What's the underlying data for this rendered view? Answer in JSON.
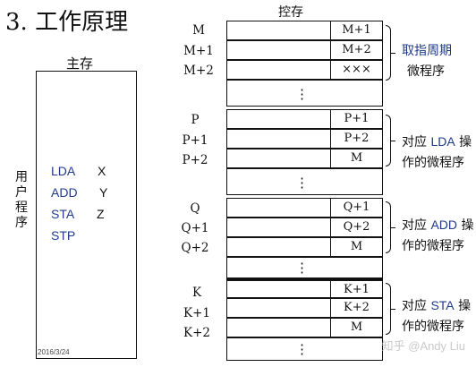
{
  "title": "3. 工作原理",
  "main_memory": {
    "label": "主存",
    "user_program_label": "用户程序",
    "instructions": [
      {
        "op": "LDA",
        "operand": "X"
      },
      {
        "op": "ADD",
        "operand": "Y"
      },
      {
        "op": "STA",
        "operand": "Z"
      },
      {
        "op": "STP",
        "operand": ""
      }
    ],
    "date": "2016/3/24"
  },
  "control_memory": {
    "label": "控存",
    "groups": [
      {
        "rows": [
          {
            "addr": "M",
            "next": "M+1"
          },
          {
            "addr": "M+1",
            "next": "M+2"
          },
          {
            "addr": "M+2",
            "next": "×××"
          }
        ],
        "note_parts": [
          "取指周期",
          "",
          ""
        ],
        "note_line2": "微程序",
        "note_line2_blue": false
      },
      {
        "rows": [
          {
            "addr": "P",
            "next": "P+1"
          },
          {
            "addr": "P+1",
            "next": "P+2"
          },
          {
            "addr": "P+2",
            "next": "M"
          }
        ],
        "note_parts": [
          "对应 ",
          "LDA",
          " 操"
        ],
        "note_line2": "作的微程序",
        "note_line2_blue": false
      },
      {
        "rows": [
          {
            "addr": "Q",
            "next": "Q+1"
          },
          {
            "addr": "Q+1",
            "next": "Q+2"
          },
          {
            "addr": "Q+2",
            "next": "M"
          }
        ],
        "note_parts": [
          "对应 ",
          "ADD",
          " 操"
        ],
        "note_line2": "作的微程序",
        "note_line2_blue": false
      },
      {
        "rows": [
          {
            "addr": "K",
            "next": "K+1"
          },
          {
            "addr": "K+1",
            "next": "K+2"
          },
          {
            "addr": "K+2",
            "next": "M"
          }
        ],
        "note_parts": [
          "对应 ",
          "STA",
          " 操"
        ],
        "note_line2": "作的微程序",
        "note_line2_blue": false
      }
    ],
    "ellipsis": "⋮"
  },
  "watermark": "知乎 @Andy Liu"
}
